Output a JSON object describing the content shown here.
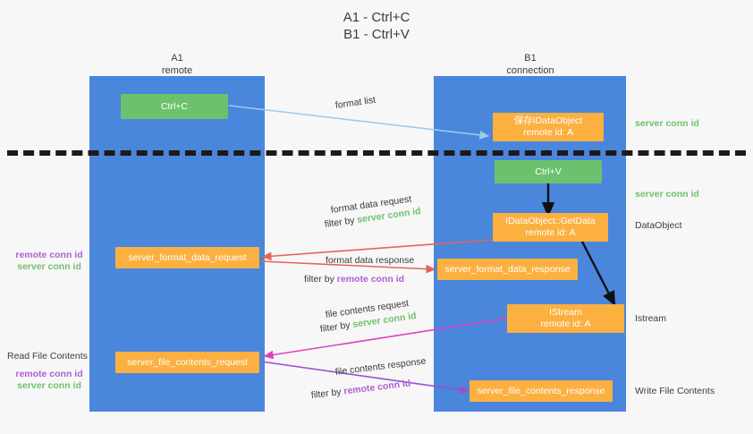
{
  "title": {
    "line1": "A1 - Ctrl+C",
    "line2": "B1 - Ctrl+V"
  },
  "columns": {
    "a1": {
      "name": "A1",
      "role": "remote"
    },
    "b1": {
      "name": "B1",
      "role": "connection"
    }
  },
  "boxes": {
    "ctrl_c": {
      "label": "Ctrl+C"
    },
    "save_idataobject": {
      "line1": "保存IDataObject",
      "line2": "remote id: A"
    },
    "ctrl_v": {
      "label": "Ctrl+V"
    },
    "getdata": {
      "line1": "IDataObject::GetData",
      "line2": "remote id: A"
    },
    "server_format_data_request": {
      "label": "server_format_data_request"
    },
    "server_format_data_response": {
      "label": "server_format_data_response"
    },
    "istream": {
      "line1": "IStream",
      "line2": "remote id: A"
    },
    "server_file_contents_request": {
      "label": "server_file_contents_request"
    },
    "server_file_contents_response": {
      "label": "server_file_contents_response"
    }
  },
  "edges": {
    "format_list": {
      "label": "format list"
    },
    "format_data_request": {
      "label": "format data request",
      "filter_prefix": "filter by ",
      "filter_key": "server conn id"
    },
    "format_data_response": {
      "label": "format data response",
      "filter_prefix": "filter by ",
      "filter_key": "remote conn id"
    },
    "file_contents_request": {
      "label": "file contents request",
      "filter_prefix": "filter by ",
      "filter_key": "server conn id"
    },
    "file_contents_response": {
      "label": "file contents response",
      "filter_prefix": "filter by ",
      "filter_key": "remote conn id"
    }
  },
  "annotations": {
    "server_conn_id_top": "server conn id",
    "server_conn_id_mid": "server conn id",
    "dataobject": "DataObject",
    "istream": "Istream",
    "write_file_contents": "Write File Contents",
    "read_file_contents": "Read File Contents",
    "left_remote_conn_id_1": "remote conn id",
    "left_server_conn_id_1": "server conn id",
    "left_remote_conn_id_2": "remote conn id",
    "left_server_conn_id_2": "server conn id"
  },
  "colors": {
    "lane": "#4a86dc",
    "green": "#6cc26c",
    "orange": "#fbb040",
    "purple": "#b05fd4",
    "light_blue_arrow": "#9ecbe8",
    "red_arrow": "#e8635a",
    "magenta_arrow": "#e040c0",
    "purple_arrow": "#9b4fd0",
    "black_arrow": "#111111",
    "background": "#f7f7f7"
  }
}
